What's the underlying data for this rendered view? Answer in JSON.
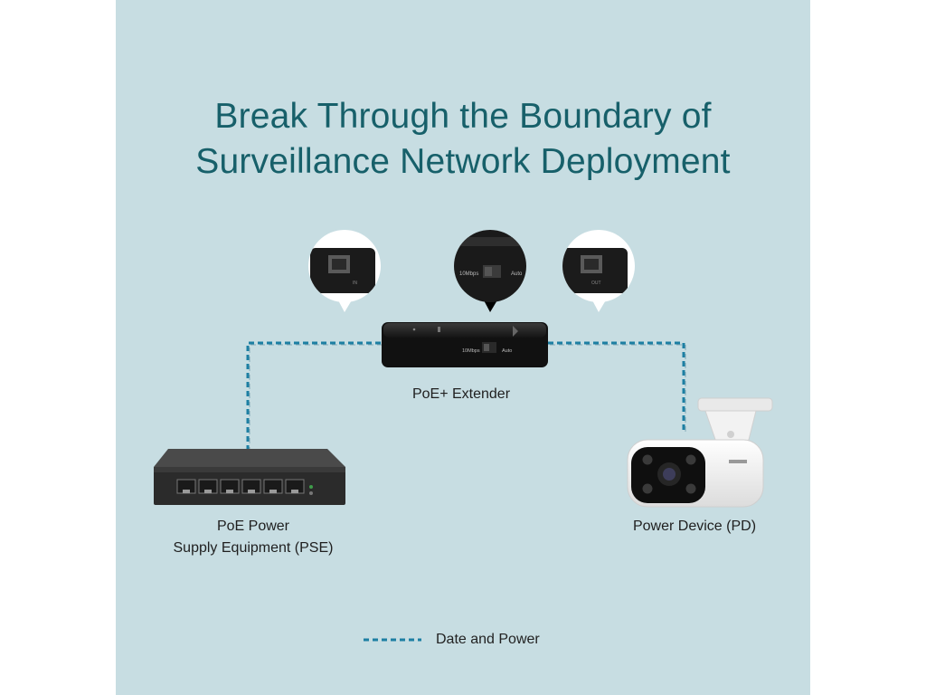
{
  "title": {
    "line1": "Break Through the Boundary of",
    "line2": "Surveillance Network Deployment"
  },
  "devices": {
    "extender": {
      "label": "PoE+ Extender",
      "switch_left": "10Mbps",
      "switch_right": "Auto"
    },
    "pse": {
      "label_line1": "PoE Power",
      "label_line2": "Supply Equipment (PSE)"
    },
    "pd": {
      "label": "Power Device (PD)"
    }
  },
  "callouts": {
    "in_port": "IN",
    "switch_left": "10Mbps",
    "switch_right": "Auto",
    "out_port": "OUT"
  },
  "legend": {
    "text": "Date and Power"
  },
  "colors": {
    "background": "#c7dde2",
    "title": "#17606a",
    "cable": "#1d7fa3"
  },
  "icons": [
    "ethernet-port-icon",
    "mode-switch-icon",
    "poe-switch-icon",
    "bullet-camera-icon"
  ]
}
